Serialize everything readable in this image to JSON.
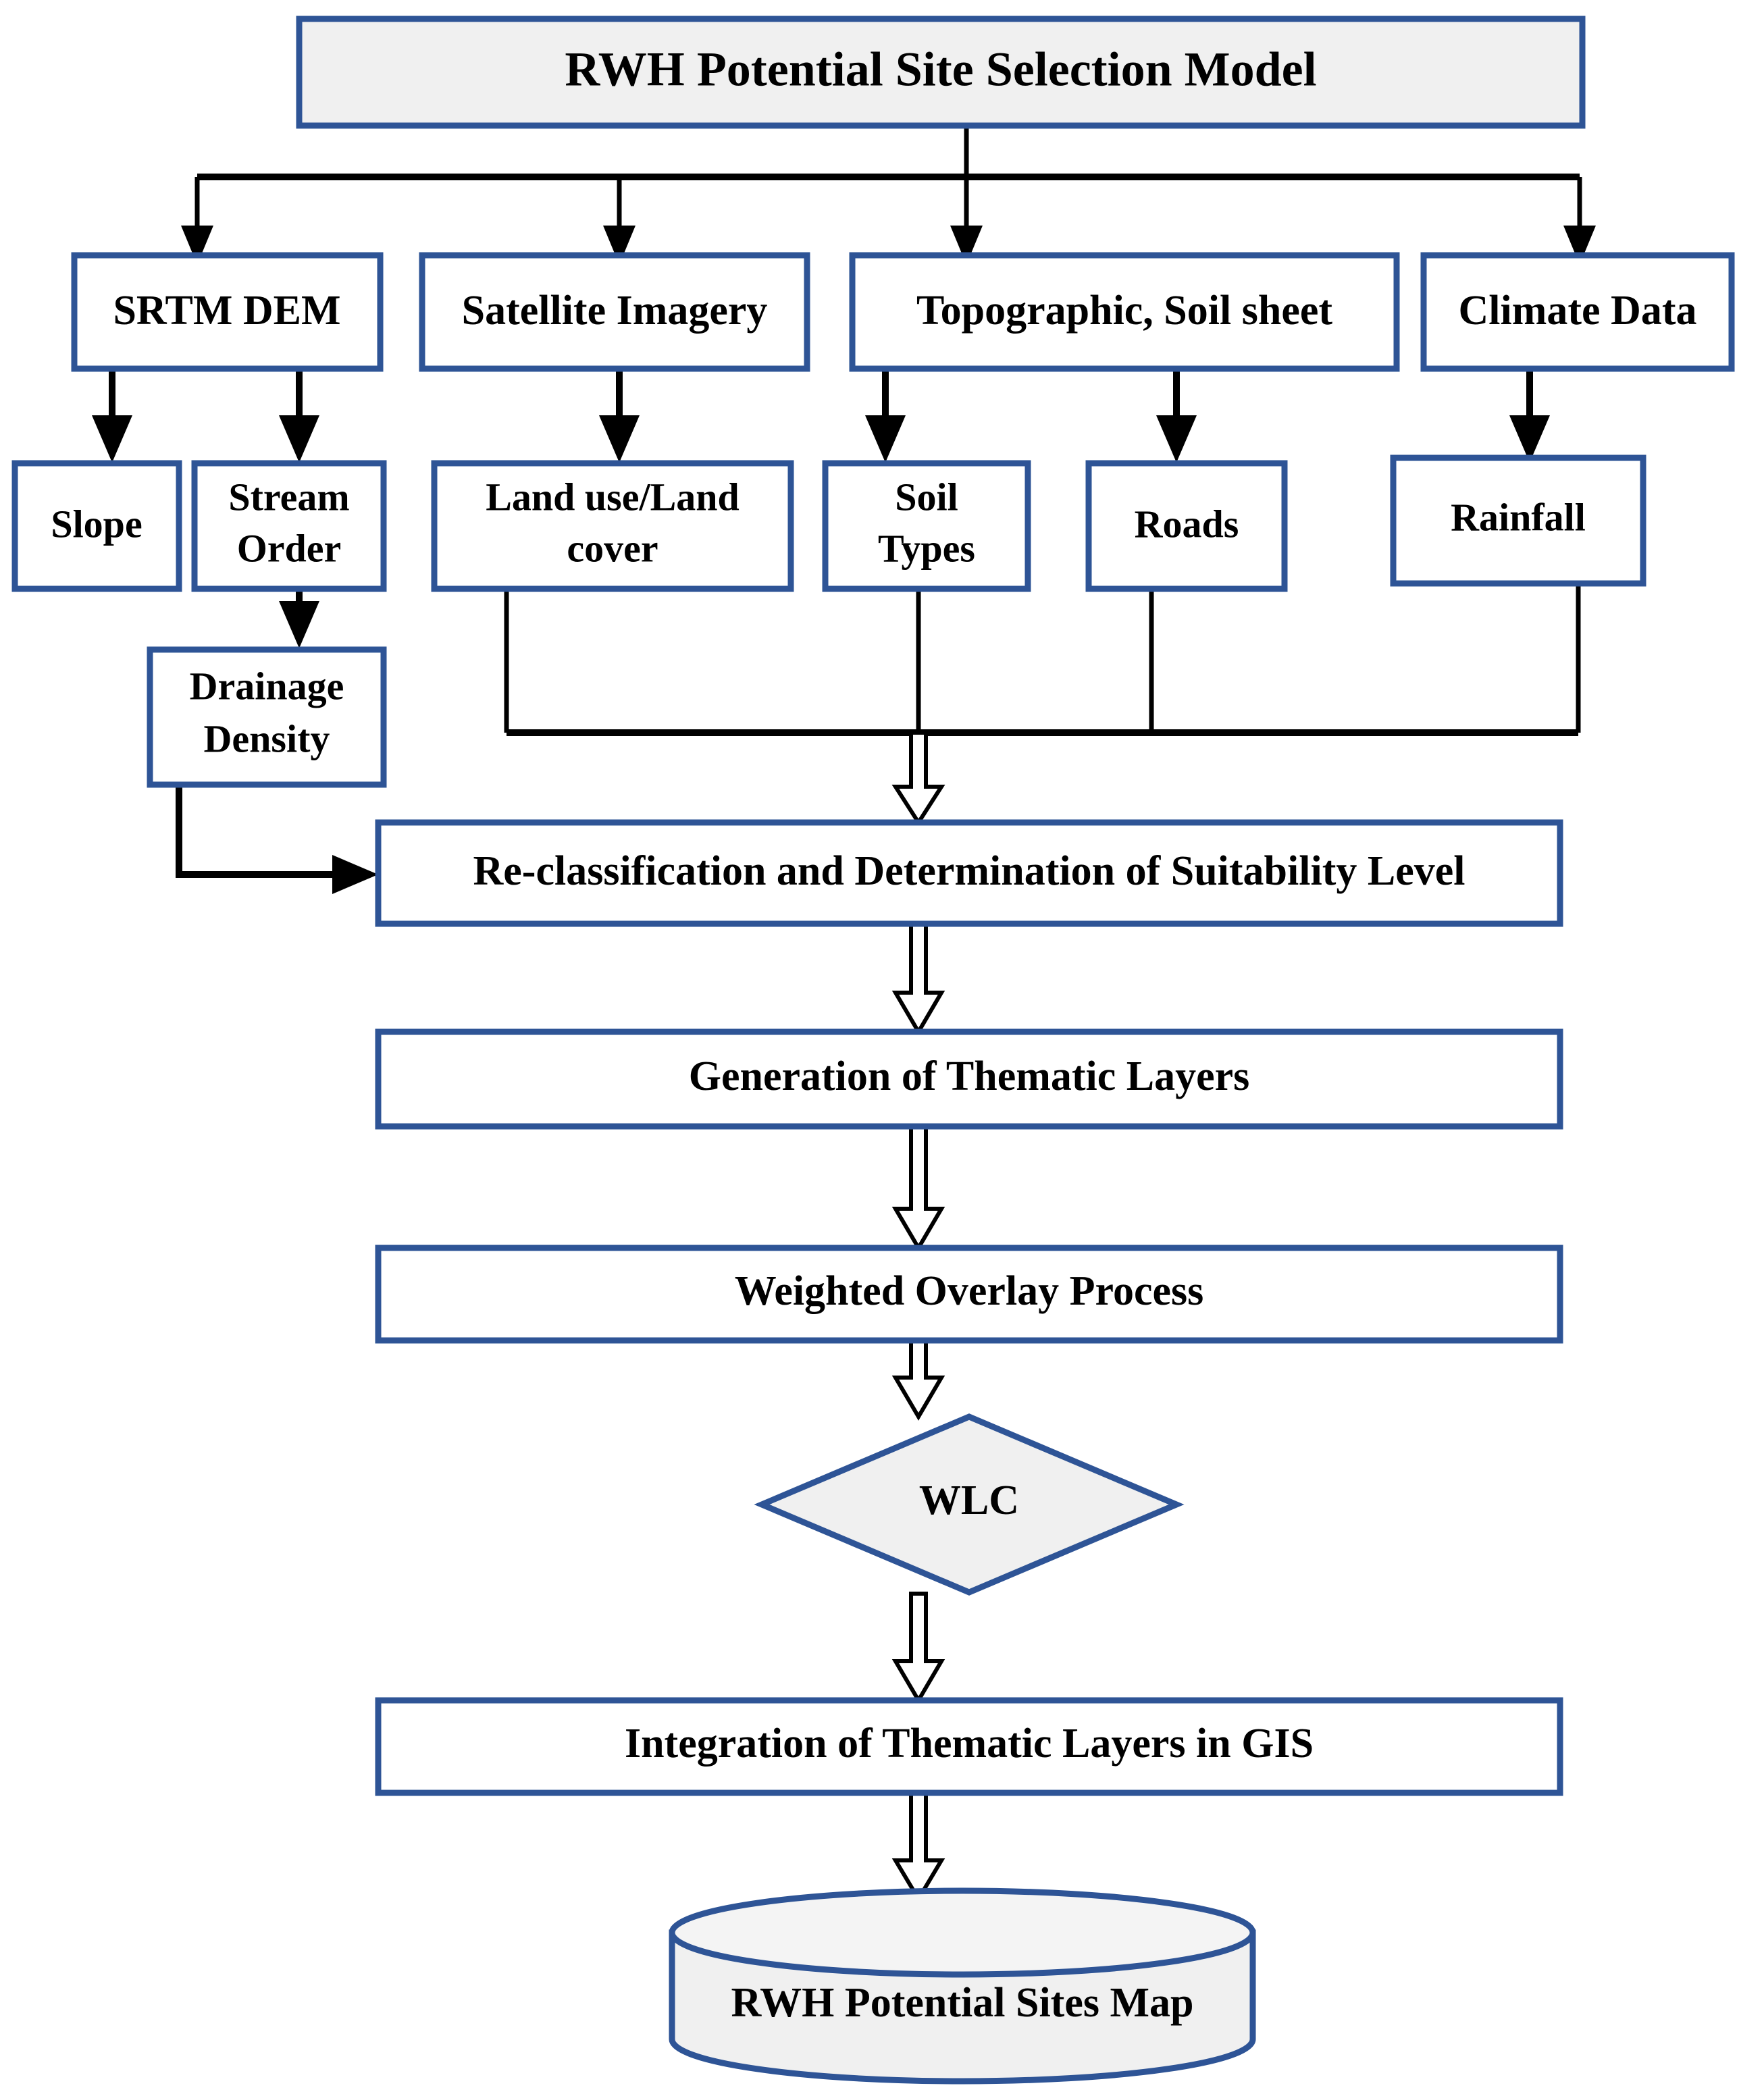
{
  "diagram": {
    "type": "flowchart",
    "title": "RWH Potential Site Selection Model",
    "accent_color": "#2E5496",
    "shaded_fill": "#F0F0F0",
    "node_fill": "#FFFFFF",
    "line_color": "#000000",
    "nodes": {
      "root": {
        "label": "RWH Potential Site Selection Model",
        "shape": "rectangle",
        "fill": "#F0F0F0"
      },
      "srtm": {
        "label": "SRTM DEM",
        "shape": "rectangle",
        "fill": "#FFFFFF"
      },
      "satellite": {
        "label": "Satellite Imagery",
        "shape": "rectangle",
        "fill": "#FFFFFF"
      },
      "topo": {
        "label": "Topographic, Soil sheet",
        "shape": "rectangle",
        "fill": "#FFFFFF"
      },
      "climate": {
        "label": "Climate Data",
        "shape": "rectangle",
        "fill": "#FFFFFF"
      },
      "slope": {
        "label": "Slope",
        "shape": "rectangle",
        "fill": "#FFFFFF"
      },
      "stream_order": {
        "line1": "Stream",
        "line2": "Order",
        "shape": "rectangle",
        "fill": "#FFFFFF"
      },
      "landuse": {
        "line1": "Land use/Land",
        "line2": "cover",
        "shape": "rectangle",
        "fill": "#FFFFFF"
      },
      "soil_types": {
        "line1": "Soil",
        "line2": "Types",
        "shape": "rectangle",
        "fill": "#FFFFFF"
      },
      "roads": {
        "label": "Roads",
        "shape": "rectangle",
        "fill": "#FFFFFF"
      },
      "rainfall": {
        "label": "Rainfall",
        "shape": "rectangle",
        "fill": "#FFFFFF"
      },
      "drainage": {
        "line1": "Drainage",
        "line2": "Density",
        "shape": "rectangle",
        "fill": "#FFFFFF"
      },
      "reclass": {
        "label": "Re-classification and Determination of Suitability Level",
        "shape": "rectangle",
        "fill": "#FFFFFF"
      },
      "thematic": {
        "label": "Generation of Thematic Layers",
        "shape": "rectangle",
        "fill": "#FFFFFF"
      },
      "overlay": {
        "label": "Weighted Overlay Process",
        "shape": "rectangle",
        "fill": "#FFFFFF"
      },
      "wlc": {
        "label": "WLC",
        "shape": "diamond",
        "fill": "#F0F0F0"
      },
      "integration": {
        "label": "Integration of Thematic Layers in GIS",
        "shape": "rectangle",
        "fill": "#FFFFFF"
      },
      "output": {
        "label": "RWH Potential Sites Map",
        "shape": "cylinder",
        "fill": "#F0F0F0"
      }
    },
    "edges": [
      {
        "from": "root",
        "to": "srtm",
        "style": "solid-arrow"
      },
      {
        "from": "root",
        "to": "satellite",
        "style": "solid-arrow"
      },
      {
        "from": "root",
        "to": "topo",
        "style": "solid-arrow"
      },
      {
        "from": "root",
        "to": "climate",
        "style": "solid-arrow"
      },
      {
        "from": "srtm",
        "to": "slope",
        "style": "solid-arrow"
      },
      {
        "from": "srtm",
        "to": "stream_order",
        "style": "solid-arrow"
      },
      {
        "from": "satellite",
        "to": "landuse",
        "style": "solid-arrow"
      },
      {
        "from": "topo",
        "to": "soil_types",
        "style": "solid-arrow"
      },
      {
        "from": "topo",
        "to": "roads",
        "style": "solid-arrow"
      },
      {
        "from": "climate",
        "to": "rainfall",
        "style": "solid-arrow"
      },
      {
        "from": "stream_order",
        "to": "drainage",
        "style": "solid-arrow"
      },
      {
        "from": "drainage",
        "to": "reclass",
        "style": "elbow-solid-arrow"
      },
      {
        "from": "landuse",
        "to": "reclass",
        "style": "bus-hollow-arrow"
      },
      {
        "from": "soil_types",
        "to": "reclass",
        "style": "bus-hollow-arrow"
      },
      {
        "from": "roads",
        "to": "reclass",
        "style": "bus-hollow-arrow"
      },
      {
        "from": "rainfall",
        "to": "reclass",
        "style": "bus-hollow-arrow"
      },
      {
        "from": "reclass",
        "to": "thematic",
        "style": "hollow-arrow"
      },
      {
        "from": "thematic",
        "to": "overlay",
        "style": "hollow-arrow"
      },
      {
        "from": "overlay",
        "to": "wlc",
        "style": "hollow-arrow"
      },
      {
        "from": "wlc",
        "to": "integration",
        "style": "hollow-arrow"
      },
      {
        "from": "integration",
        "to": "output",
        "style": "hollow-arrow"
      }
    ]
  }
}
